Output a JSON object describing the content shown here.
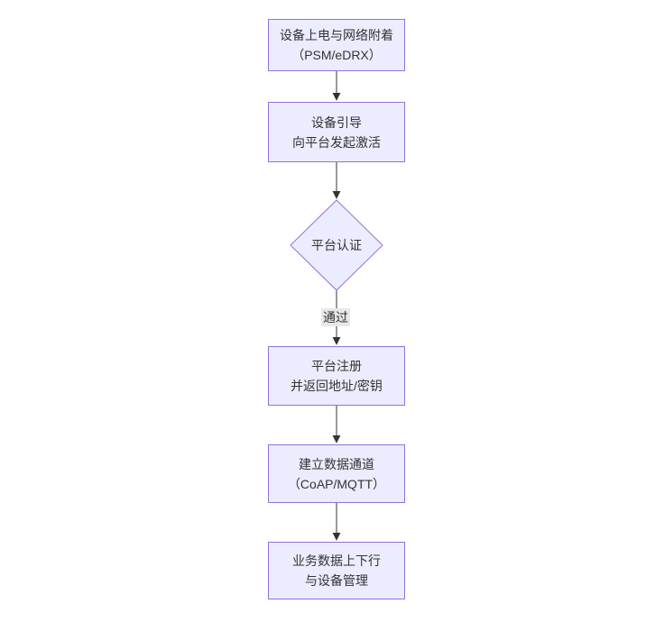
{
  "flowchart": {
    "nodes": [
      {
        "id": "power-attach",
        "shape": "rect",
        "lines": [
          "设备上电与网络附着",
          "（PSM/eDRX）"
        ]
      },
      {
        "id": "bootstrap",
        "shape": "rect",
        "lines": [
          "设备引导",
          "向平台发起激活"
        ]
      },
      {
        "id": "auth",
        "shape": "diamond",
        "lines": [
          "平台认证"
        ]
      },
      {
        "id": "register",
        "shape": "rect",
        "lines": [
          "平台注册",
          "并返回地址/密钥"
        ]
      },
      {
        "id": "channel",
        "shape": "rect",
        "lines": [
          "建立数据通道",
          "（CoAP/MQTT）"
        ]
      },
      {
        "id": "business",
        "shape": "rect",
        "lines": [
          "业务数据上下行",
          "与设备管理"
        ]
      }
    ],
    "edge_labels": {
      "auth_to_register": "通过"
    },
    "colors": {
      "node_fill": "#ECECFF",
      "node_border": "#9370DB",
      "edge": "#333333",
      "text": "#333333",
      "edge_label_bg": "#e8e8e8",
      "background": "#ffffff"
    }
  }
}
